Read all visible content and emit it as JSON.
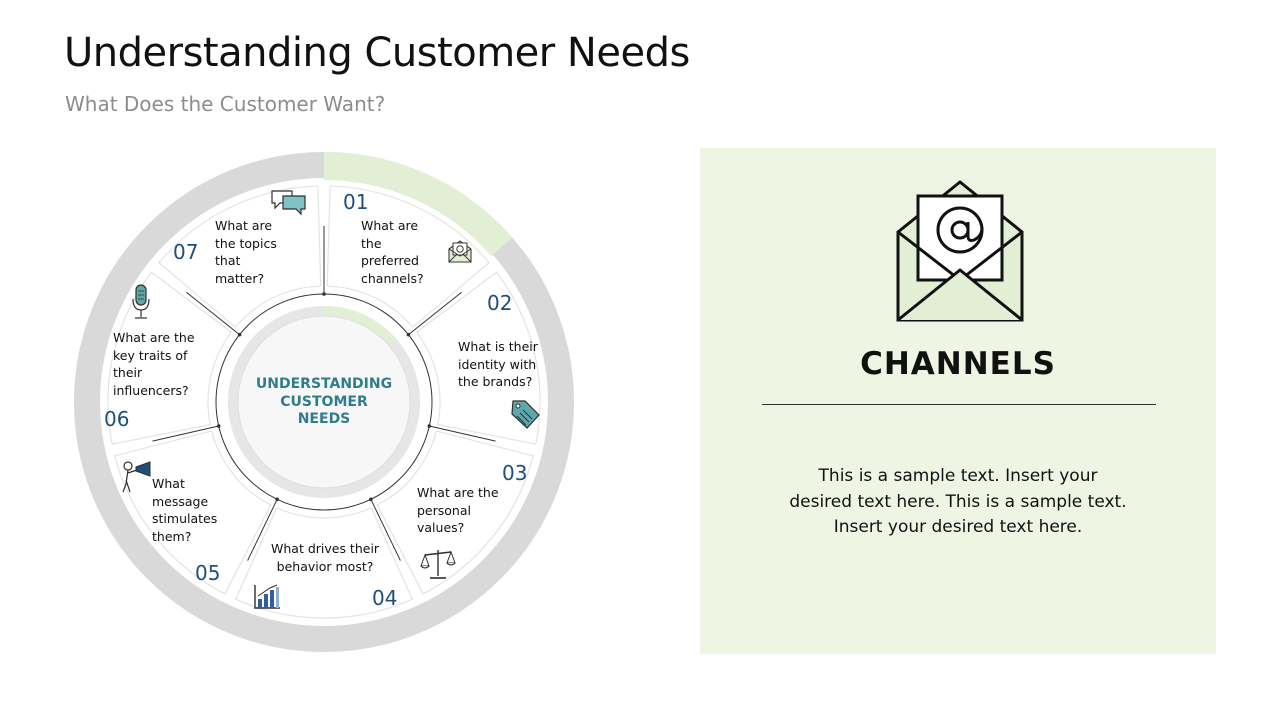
{
  "title": "Understanding Customer Needs",
  "subtitle": "What Does the Customer Want?",
  "center_label": "UNDERSTANDING\nCUSTOMER\nNEEDS",
  "colors": {
    "accent_green": "#e2efd5",
    "panel_green": "#eef5e3",
    "number_blue": "#1f4e79",
    "center_teal": "#2f7d8a",
    "ring_gray": "#d9d9d9"
  },
  "segments": [
    {
      "number": "01",
      "question": "What are\nthe\npreferred\nchannels?",
      "icon": "email-icon"
    },
    {
      "number": "02",
      "question": "What is their\nidentity with\nthe brands?",
      "icon": "price-tag-icon"
    },
    {
      "number": "03",
      "question": "What are the\npersonal\nvalues?",
      "icon": "scale-icon"
    },
    {
      "number": "04",
      "question": "What drives their\nbehavior most?",
      "icon": "bar-chart-icon"
    },
    {
      "number": "05",
      "question": "What\nmessage\nstimulates\nthem?",
      "icon": "megaphone-person-icon"
    },
    {
      "number": "06",
      "question": "What are the\nkey traits of\ntheir\ninfluencers?",
      "icon": "microphone-icon"
    },
    {
      "number": "07",
      "question": "What are\nthe topics\nthat\nmatter?",
      "icon": "chat-bubbles-icon"
    }
  ],
  "active_segment": "01",
  "panel": {
    "icon": "open-envelope-at-icon",
    "heading": "CHANNELS",
    "text": "This is a sample text. Insert your desired text here. This is a sample text. Insert your desired text here."
  }
}
